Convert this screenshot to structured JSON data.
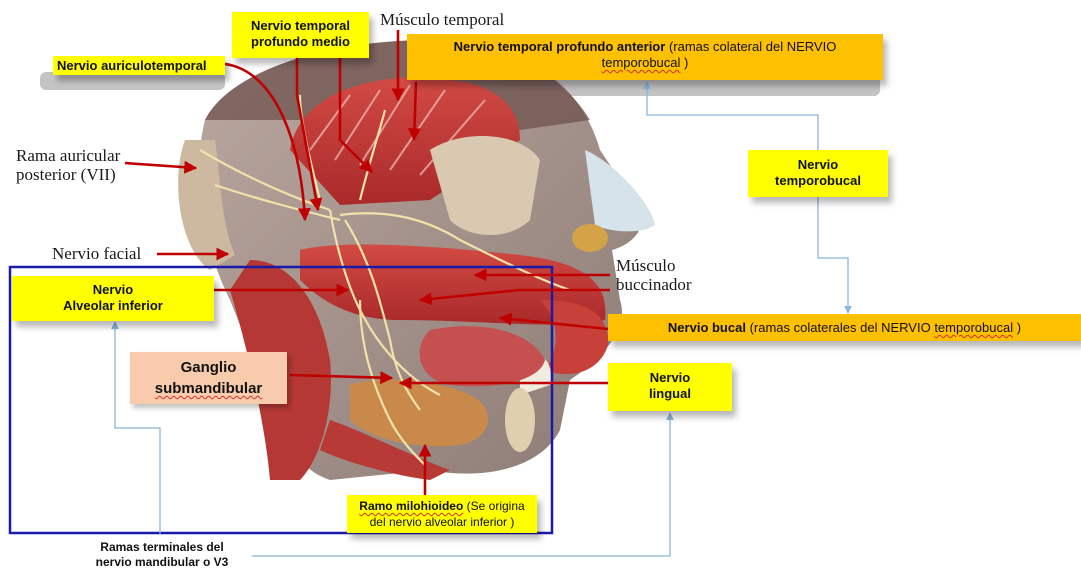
{
  "labels": {
    "nervio_temporal_profundo_medio": "Nervio temporal profundo medio",
    "musculo_temporal": "Músculo temporal",
    "nervio_temporal_profundo_anterior": {
      "bold": "Nervio temporal profundo anterior",
      "rest": "(ramas colateral del NERVIO",
      "line2": "temporobucal",
      "close": ")"
    },
    "nervio_auriculotemporal": "Nervio auriculotemporal",
    "rama_auricular_posterior": {
      "line1": "Rama auricular",
      "line2": "posterior (VII)"
    },
    "nervio_temporobucal": {
      "line1": "Nervio",
      "line2": "temporobucal"
    },
    "nervio_facial": "Nervio facial",
    "musculo_buccinador": {
      "line1": "Músculo",
      "line2": "buccinador"
    },
    "nervio_alveolar_inferior": {
      "line1": "Nervio",
      "line2": "Alveolar inferior"
    },
    "nervio_bucal": {
      "bold": "Nervio bucal",
      "rest": "(ramas colaterales del NERVIO",
      "wavy": "temporobucal",
      "close": ")"
    },
    "ganglio_submandibular": {
      "line1": "Ganglio",
      "line2": "submandibular"
    },
    "nervio_lingual": {
      "line1": "Nervio",
      "line2": "lingual"
    },
    "ramo_milohioideo": {
      "bold": "Ramo milohioideo",
      "rest": "(Se origina",
      "line2": "del nervio alveolar inferior )"
    },
    "ramas_terminales": {
      "line1": "Ramas terminales del",
      "line2": "nervio mandibular o V3"
    }
  },
  "colors": {
    "label_yellow": "#ffff00",
    "label_orange": "#ffc000",
    "label_peach": "#f8cbad",
    "frame_blue": "#1a1aa8",
    "arrow_red": "#c00000",
    "connector_blue": "#8ab4d8"
  }
}
